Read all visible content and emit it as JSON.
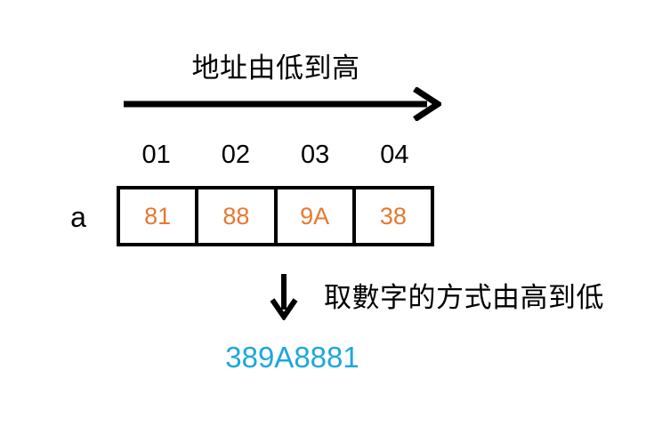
{
  "diagram": {
    "title": "地址由低到高",
    "read_direction_caption": "取數字的方式由高到低",
    "variable_name": "a",
    "address_labels": [
      "01",
      "02",
      "03",
      "04"
    ],
    "byte_values": [
      "81",
      "88",
      "9A",
      "38"
    ],
    "result_value": "389A8881",
    "colors": {
      "byte_text": "#E8782E",
      "result_text": "#1CA8DD",
      "stroke": "#000000",
      "background": "#FFFFFF"
    },
    "icons": {
      "address_arrow": "arrow-right-icon",
      "read_arrow": "arrow-down-icon"
    }
  }
}
